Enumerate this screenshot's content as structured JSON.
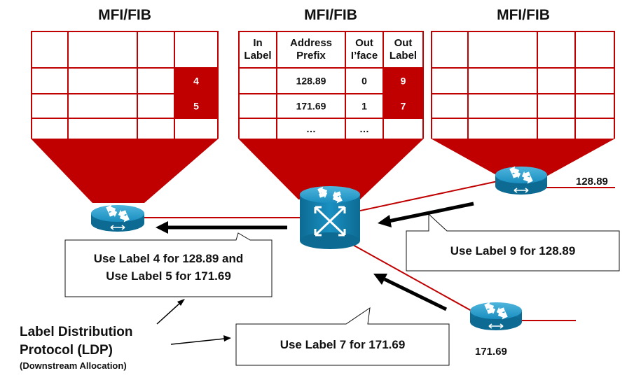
{
  "titles": [
    "MFI/FIB",
    "MFI/FIB",
    "MFI/FIB"
  ],
  "center_table": {
    "headers": [
      [
        "In",
        "Label"
      ],
      [
        "Address",
        "Prefix"
      ],
      [
        "Out",
        "I’face"
      ],
      [
        "Out",
        "Label"
      ]
    ],
    "rows": [
      [
        "128.89",
        "0",
        "9"
      ],
      [
        "171.69",
        "1",
        "7"
      ],
      [
        "…",
        "…",
        ""
      ]
    ]
  },
  "left_table": {
    "labels": [
      "4",
      "5"
    ]
  },
  "prefixes": {
    "top_right": "128.89",
    "bottom_right": "171.69"
  },
  "callouts": {
    "left_line1": "Use Label 4 for 128.89 and",
    "left_line2": "Use Label 5 for 171.69",
    "right": "Use Label 9 for 128.89",
    "bottom": "Use Label 7 for 171.69"
  },
  "ldp": {
    "line1": "Label Distribution",
    "line2": "Protocol (LDP)",
    "line3": "(Downstream Allocation)"
  },
  "colors": {
    "accent": "#c00000",
    "router": "#0f7aa6"
  },
  "icons": [
    "router-icon",
    "switch-icon"
  ]
}
